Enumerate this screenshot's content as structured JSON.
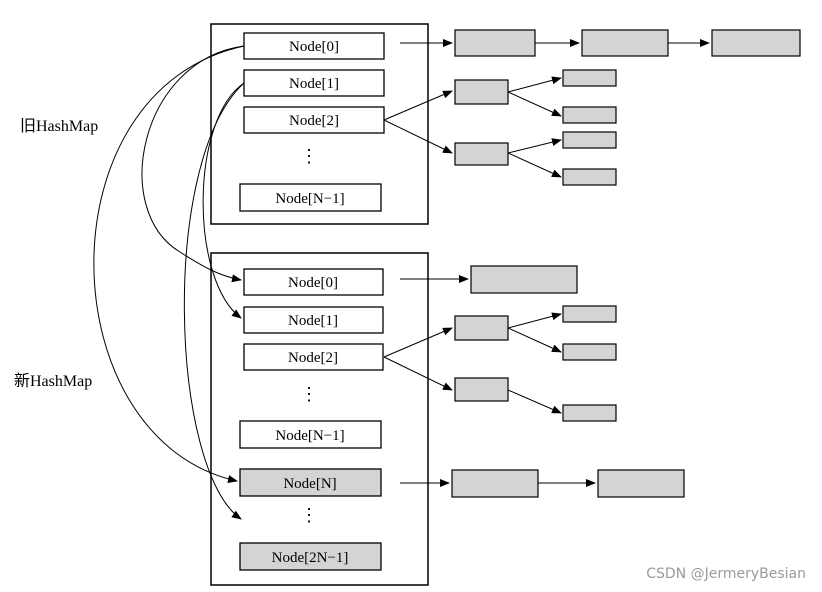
{
  "labels": {
    "old_map": "旧HashMap",
    "new_map": "新HashMap",
    "ellipsis": "⋮",
    "watermark": "CSDN @JermeryBesian"
  },
  "old_table": {
    "node0": "Node[0]",
    "node1": "Node[1]",
    "node2": "Node[2]",
    "node_n_minus_1": "Node[N−1]"
  },
  "new_table": {
    "node0": "Node[0]",
    "node1": "Node[1]",
    "node2": "Node[2]",
    "node_n_minus_1": "Node[N−1]",
    "node_n": "Node[N]",
    "node_2n_minus_1": "Node[2N−1]"
  },
  "colors": {
    "line": "#000000",
    "entry_fill": "#d4d4d4",
    "slot_fill": "#ffffff",
    "new_slot_fill": "#d4d4d4",
    "watermark": "#9a9a9a"
  }
}
